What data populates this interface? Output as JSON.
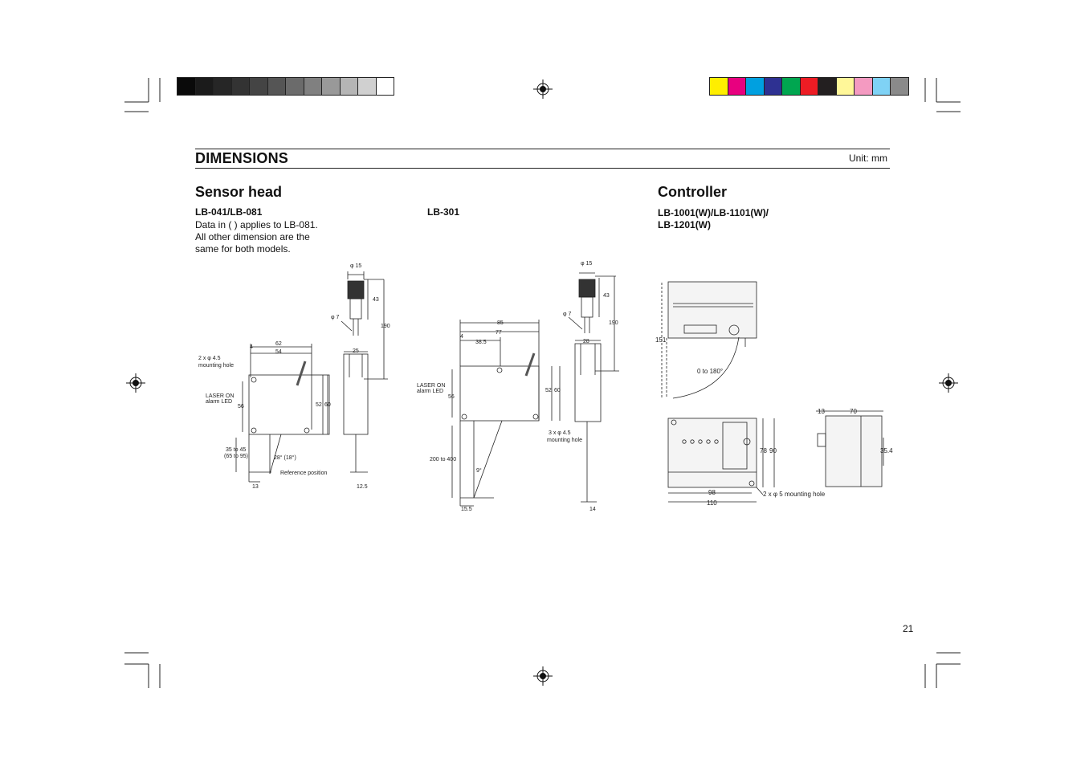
{
  "header": {
    "title": "DIMENSIONS",
    "unit": "Unit: mm"
  },
  "sensor_head": {
    "heading": "Sensor head",
    "model_a": {
      "name": "LB-041/LB-081",
      "note_lines": [
        "Data in ( ) applies to LB-081.",
        "All other dimension are the",
        "same for both models."
      ],
      "labels": {
        "phi15": "φ 15",
        "d43": "43",
        "phi7": "φ 7",
        "d190": "190",
        "d62": "62",
        "d54": "54",
        "d25": "25",
        "d4": "4",
        "mount": "2 x φ 4.5",
        "mount2": "mounting hole",
        "laser": "LASER ON",
        "laser2": "alarm LED",
        "d56": "56",
        "d52": "52",
        "d60": "60",
        "range": "35 to 45",
        "range2": "(65 to 95)",
        "angle": "28° (18°)",
        "ref": "Reference position",
        "d13": "13",
        "d125": "12.5"
      }
    },
    "model_b": {
      "name": "LB-301",
      "labels": {
        "phi15": "φ 15",
        "d43": "43",
        "phi7": "φ 7",
        "d190": "190",
        "d85": "85",
        "d77": "77",
        "d4": "4",
        "d385": "38.5",
        "d28": "28",
        "laser": "LASER ON",
        "laser2": "alarm LED",
        "d56": "56",
        "d52": "52",
        "d60": "60",
        "mount": "3 x φ 4.5",
        "mount2": "mounting hole",
        "range": "200 to 400",
        "angle": "9°",
        "d155": "15.5",
        "d14": "14"
      }
    }
  },
  "controller": {
    "heading": "Controller",
    "model_lines": [
      "LB-1001(W)/LB-1101(W)/",
      "LB-1201(W)"
    ],
    "labels": {
      "d151": "151",
      "rot": "0 to 180°",
      "d78": "78",
      "d90": "90",
      "d98": "98",
      "d110": "110",
      "mount": "2 x φ 5 mounting hole",
      "d13": "13",
      "d70": "70",
      "d354": "35.4"
    }
  },
  "page_number": "21",
  "colors": {
    "gray_bar": [
      "#0a0a0a",
      "#1b1b1b",
      "#262626",
      "#333333",
      "#444444",
      "#555555",
      "#6b6b6b",
      "#808080",
      "#999999",
      "#b5b5b5",
      "#d0d0d0",
      "#ffffff"
    ],
    "color_bar": [
      "#ffee00",
      "#e8007f",
      "#00a0e0",
      "#2e3192",
      "#00a650",
      "#ed1c24",
      "#231f20",
      "#fff799",
      "#f49ac1",
      "#7fd2f5",
      "#8a8a8a"
    ]
  }
}
